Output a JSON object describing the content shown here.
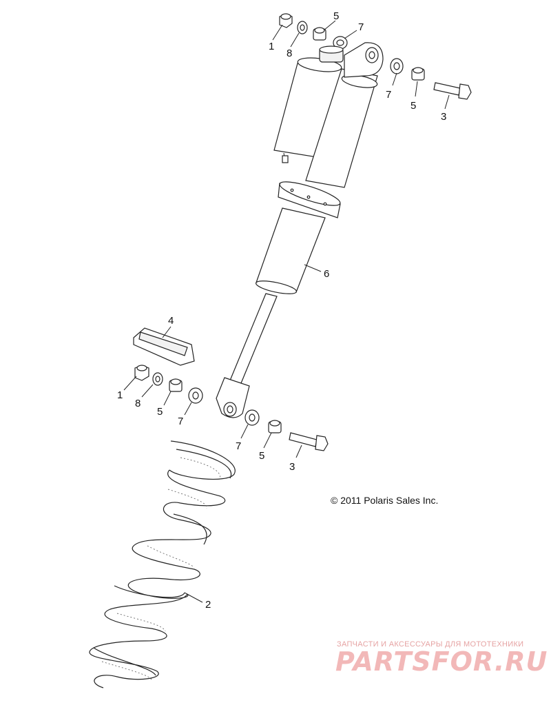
{
  "callouts": {
    "c1a": "1",
    "c8a": "8",
    "c5a": "5",
    "c7a": "7",
    "c7b": "7",
    "c5b": "5",
    "c3a": "3",
    "c6": "6",
    "c4": "4",
    "c1b": "1",
    "c8b": "8",
    "c5c": "5",
    "c7c": "7",
    "c7d": "7",
    "c5d": "5",
    "c3b": "3",
    "c2": "2"
  },
  "copyright": "© 2011 Polaris Sales Inc.",
  "watermark": {
    "tagline": "ЗАПЧАСТИ И АКСЕССУАРЫ ДЛЯ МОТОТЕХНИКИ",
    "logo": "PARTSFOR.RU"
  },
  "colors": {
    "line": "#222222",
    "watermark": "#f2b8b8"
  }
}
